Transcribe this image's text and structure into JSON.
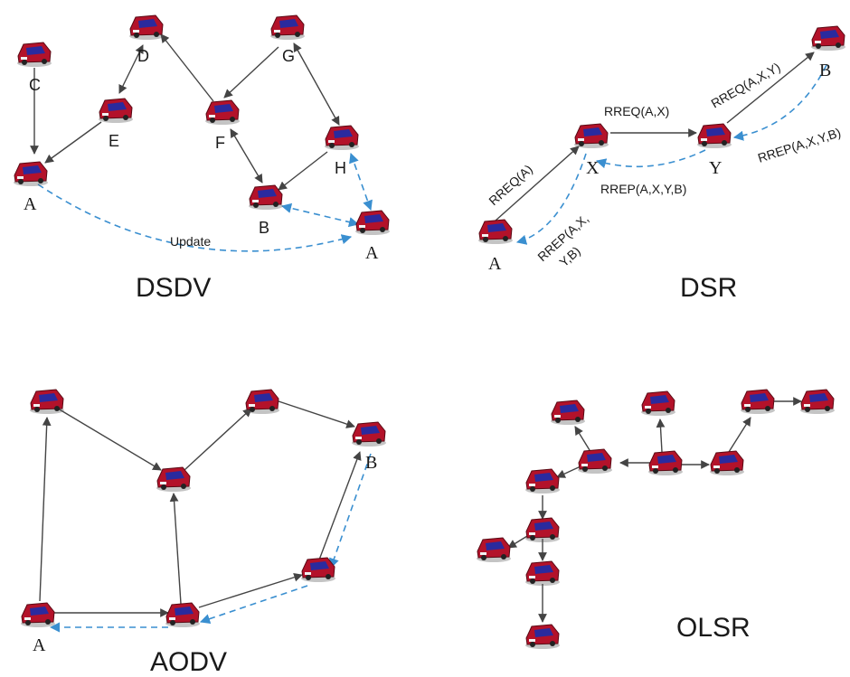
{
  "colors": {
    "car_body": "#b3122a",
    "car_window": "#2a2a9e",
    "solid_edge": "#444444",
    "dashed_edge": "#3a8fd0"
  },
  "icon": "car-icon",
  "dsdv": {
    "title": "DSDV",
    "labels": {
      "C": "C",
      "D": "D",
      "G": "G",
      "E": "E",
      "F": "F",
      "H": "H",
      "A1": "A",
      "B": "B",
      "A2": "A"
    },
    "update_label": "Update"
  },
  "dsr": {
    "title": "DSR",
    "labels": {
      "A": "A",
      "X": "X",
      "Y": "Y",
      "B": "B"
    },
    "rreq_a": "RREQ(A)",
    "rreq_ax": "RREQ(A,X)",
    "rreq_axy": "RREQ(A,X,Y)",
    "rrep_axyb_1": "RREP(A,X,Y,B)",
    "rrep_axyb_2": "RREP(A,X,Y,B)",
    "rrep_split_1": "RREP(A,X,",
    "rrep_split_2": "Y,B)"
  },
  "aodv": {
    "title": "AODV",
    "labels": {
      "A": "A",
      "B": "B"
    }
  },
  "olsr": {
    "title": "OLSR"
  }
}
